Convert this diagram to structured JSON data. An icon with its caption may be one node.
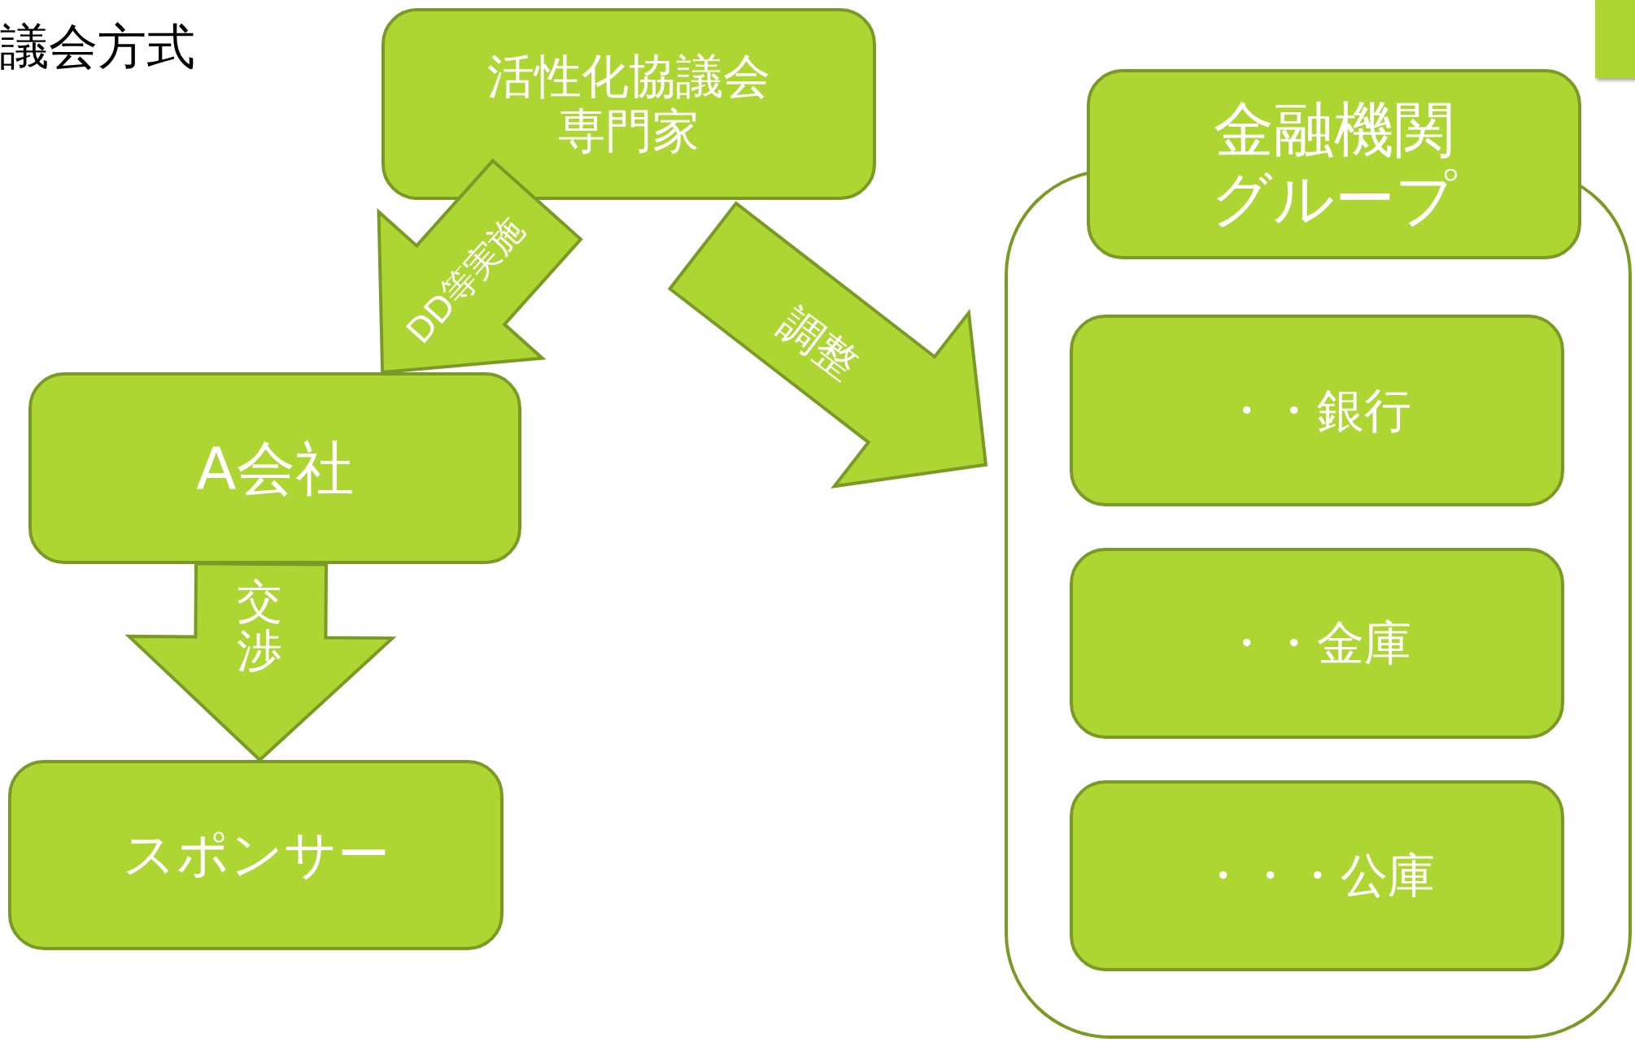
{
  "diagram": {
    "title": "議会方式",
    "nodes": [
      {
        "text": [
          "活性化協議会専門家"
        ]
      },
      {
        "text": [
          "A会社"
        ]
      },
      {
        "text": [
          "スポンサー"
        ]
      },
      {
        "text": [],
        "shape": "box"
      },
      {
        "text": [
          "金融機関グループ"
        ]
      },
      {
        "text": [
          "・・銀行"
        ],
        "in": 3
      },
      {
        "text": [
          "・・金庫"
        ],
        "in": 3
      },
      {
        "text": [
          "・・・公庫"
        ],
        "in": 3
      }
    ],
    "edges": [
      {
        "from": 0,
        "to": 1,
        "arrow": "to",
        "label": "DD等実施"
      },
      {
        "from": 0,
        "to": 3,
        "arrow": "to",
        "label": "調整"
      },
      {
        "from": 1,
        "to": 2,
        "arrow": "to",
        "label": "交渉"
      }
    ]
  }
}
